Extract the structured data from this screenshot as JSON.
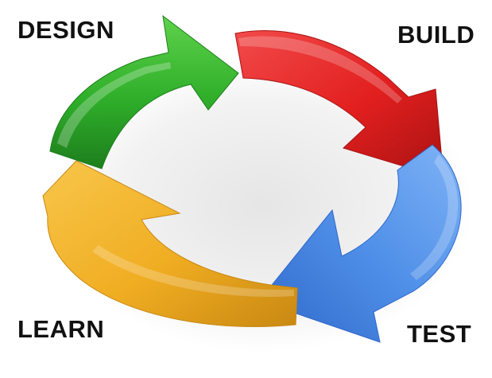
{
  "diagram": {
    "stages": [
      {
        "id": "design",
        "label": "DESIGN",
        "color": "#2fae2a"
      },
      {
        "id": "build",
        "label": "BUILD",
        "color": "#e21f1f"
      },
      {
        "id": "test",
        "label": "TEST",
        "color": "#4f8fe8"
      },
      {
        "id": "learn",
        "label": "LEARN",
        "color": "#f0ad22"
      }
    ]
  }
}
